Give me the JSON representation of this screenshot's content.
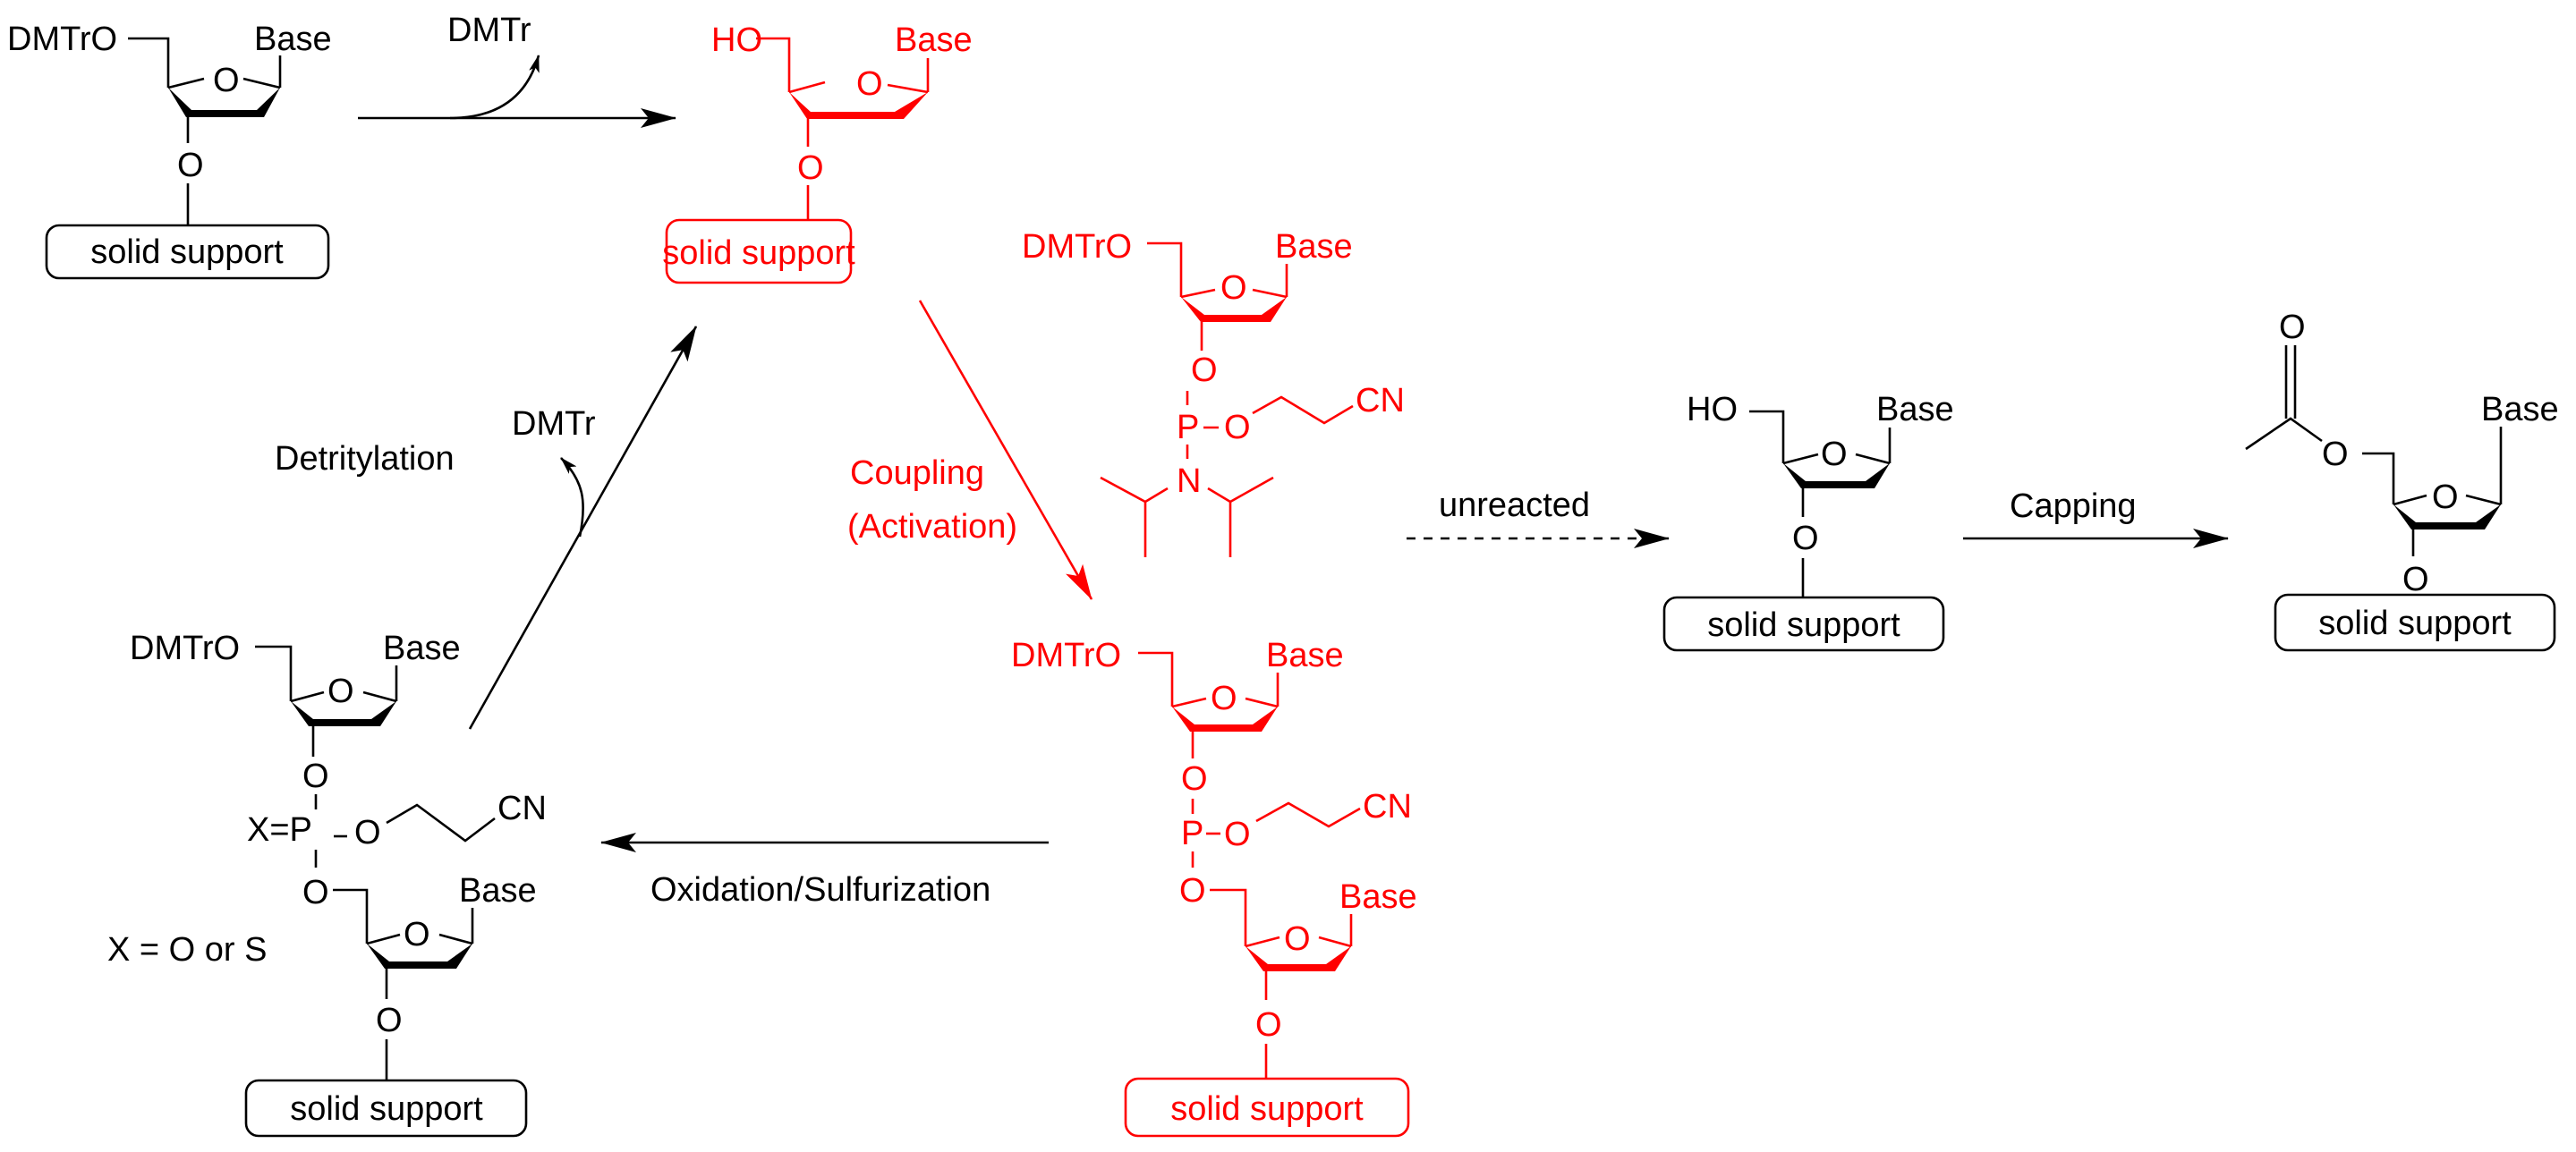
{
  "colors": {
    "default": "#000000",
    "highlight": "#ff0000",
    "background": "#ffffff"
  },
  "labels": {
    "dmtro": "DMTrO",
    "ho": "HO",
    "base": "Base",
    "ring_o": "O",
    "o": "O",
    "p": "P",
    "n": "N",
    "cn": "CN",
    "x_eq_p": "X=P",
    "solid_support": "solid support",
    "dmtr": "DMTr",
    "x_def": "X = O or S"
  },
  "steps": {
    "detritylation": "Detritylation",
    "coupling_line1": "Coupling",
    "coupling_line2": "(Activation)",
    "oxidation": "Oxidation/Sulfurization",
    "unreacted": "unreacted",
    "capping": "Capping",
    "byproduct": "DMTr"
  },
  "molecules": [
    {
      "id": "start-nucleoside",
      "five_prime": "DMTrO",
      "color": "black"
    },
    {
      "id": "detritylated-nucleoside",
      "five_prime": "HO",
      "color": "red"
    },
    {
      "id": "phosphoramidite-monomer",
      "five_prime": "DMTrO",
      "color": "red"
    },
    {
      "id": "phosphite-triester-dimer",
      "five_prime": "DMTrO",
      "color": "red"
    },
    {
      "id": "phosphate-triester-dimer",
      "five_prime": "DMTrO",
      "color": "black"
    },
    {
      "id": "unreacted-nucleoside",
      "five_prime": "HO",
      "color": "black"
    },
    {
      "id": "capped-nucleoside",
      "five_prime": "acetyl-O",
      "color": "black"
    }
  ]
}
